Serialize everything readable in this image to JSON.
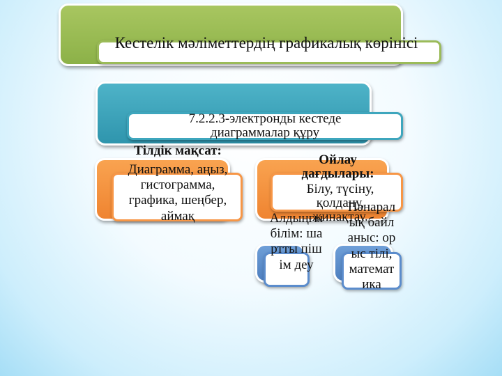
{
  "colors": {
    "green": "#9bbb59",
    "teal": "#3ea6bd",
    "orange": "#f79646",
    "blue": "#5b8ccc",
    "background": "#dff4fd"
  },
  "title": {
    "text": "Кестелік мәліметтердің графикалық көрінісі"
  },
  "objective": {
    "text": "7.2.2.3-электронды кестеде диаграммалар құру"
  },
  "language_goal": {
    "heading": "Тілдік мақсат:",
    "text": "Диаграмма, аңыз, гистограмма, графика, шеңбер, аймақ"
  },
  "thinking_skills": {
    "heading": "Ойлау дағдылары:",
    "text": "Білу, түсіну, қолдану, жинақтау."
  },
  "prior_knowledge": {
    "text": "Алдыңғы білім: шартты пішім деу"
  },
  "interdisciplinary": {
    "text": "Пәнаралық байланыс: орыс тілі, математика"
  }
}
